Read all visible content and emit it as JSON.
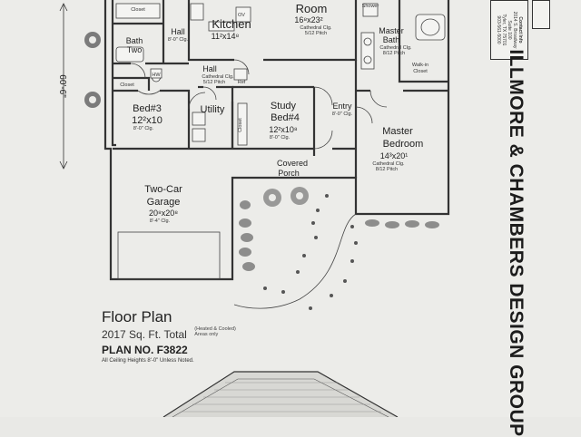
{
  "rooms": {
    "room_top": {
      "name": "Room",
      "dims": "16⁸x23²",
      "note1": "Cathedral Clg.",
      "note2": "5/12 Pitch"
    },
    "kitchen": {
      "name": "Kitchen",
      "dims": "11²x14⁸"
    },
    "master_bath": {
      "name": "Master",
      "name2": "Bath",
      "note1": "Cathedral Clg.",
      "note2": "8/12 Pitch"
    },
    "bath_two": {
      "name": "Bath",
      "name2": "Two"
    },
    "hall_top": {
      "name": "Hall",
      "note": "8'-0\" Clg."
    },
    "hall_mid": {
      "name": "Hall",
      "note1": "Cathedral Clg.",
      "note2": "5/12 Pitch"
    },
    "bed3": {
      "name": "Bed#3",
      "dims": "12²x10",
      "note": "8'-0\" Clg."
    },
    "utility": {
      "name": "Utility"
    },
    "study": {
      "name": "Study",
      "name2": "Bed#4",
      "dims": "12²x10⁸",
      "note": "8'-0\" Clg."
    },
    "entry": {
      "name": "Entry",
      "note": "8'-0\" Clg."
    },
    "master_bed": {
      "name": "Master",
      "name2": "Bedroom",
      "dims": "14³x20¹",
      "note1": "Cathedral Clg.",
      "note2": "8/12 Pitch"
    },
    "porch": {
      "name": "Covered",
      "name2": "Porch"
    },
    "garage": {
      "name": "Two-Car",
      "name2": "Garage",
      "dims": "20⁸x20⁸",
      "note": "8'-4\" Clg."
    }
  },
  "labels": {
    "closet": "Closet",
    "shower": "Shower",
    "walkin1": "Walk-in",
    "walkin2": "Closet",
    "hw": "HW",
    "ref": "Ref",
    "ov": "OV",
    "dim_left": "60'-6\""
  },
  "title_block": {
    "title": "Floor Plan",
    "sqft": "2017 Sq. Ft. Total",
    "heated_note": "(Heated & Cooled) Areas only",
    "plan_no": "PLAN NO. F3822",
    "ceiling_note": "All Ceiling Heights 8'-0\" Unless Noted."
  },
  "brand": {
    "name": "ILLMORE & CHAMBERS DESIGN GROUP",
    "contact_title": "Contact Info",
    "contact_lines": [
      "2014 S. Broadway",
      "Suite 100",
      "Tyler, TX 75701",
      "903-561-5000"
    ]
  }
}
